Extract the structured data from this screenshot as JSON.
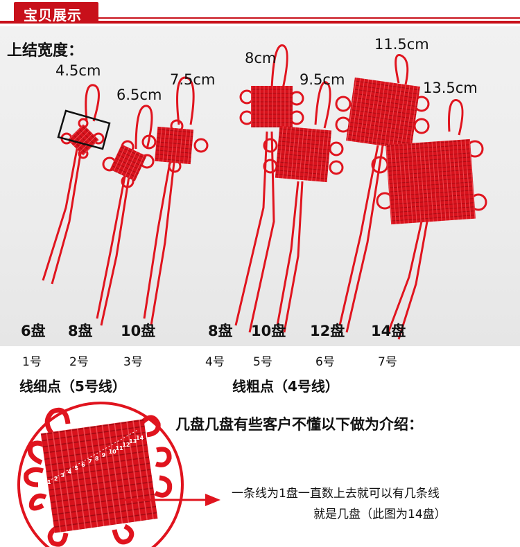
{
  "header": {
    "title": "宝贝展示"
  },
  "width_title": "上结宽度：",
  "sizes": [
    "4.5cm",
    "6.5cm",
    "7.5cm",
    "8cm",
    "9.5cm",
    "11.5cm",
    "13.5cm"
  ],
  "counts": [
    "6盘",
    "8盘",
    "10盘",
    "8盘",
    "10盘",
    "12盘",
    "14盘"
  ],
  "numbers": [
    "1号",
    "2号",
    "3号",
    "4号",
    "5号",
    "6号",
    "7号"
  ],
  "groups": {
    "thin": "线细点（5号线）",
    "thick": "线粗点（4号线）"
  },
  "intro": "几盘几盘有些客户不懂以下做为介绍：",
  "note": {
    "line1": "一条线为1盘一直数上去就可以有几条线",
    "line2": "就是几盘（此图为14盘）"
  },
  "zoom_digits": [
    "1",
    "2",
    "3",
    "4",
    "5",
    "6",
    "7",
    "8",
    "9",
    "10",
    "11",
    "12",
    "13",
    "14"
  ],
  "colors": {
    "accent": "#c8101a",
    "cord": "#e0141e",
    "knot": "#d8121c"
  }
}
